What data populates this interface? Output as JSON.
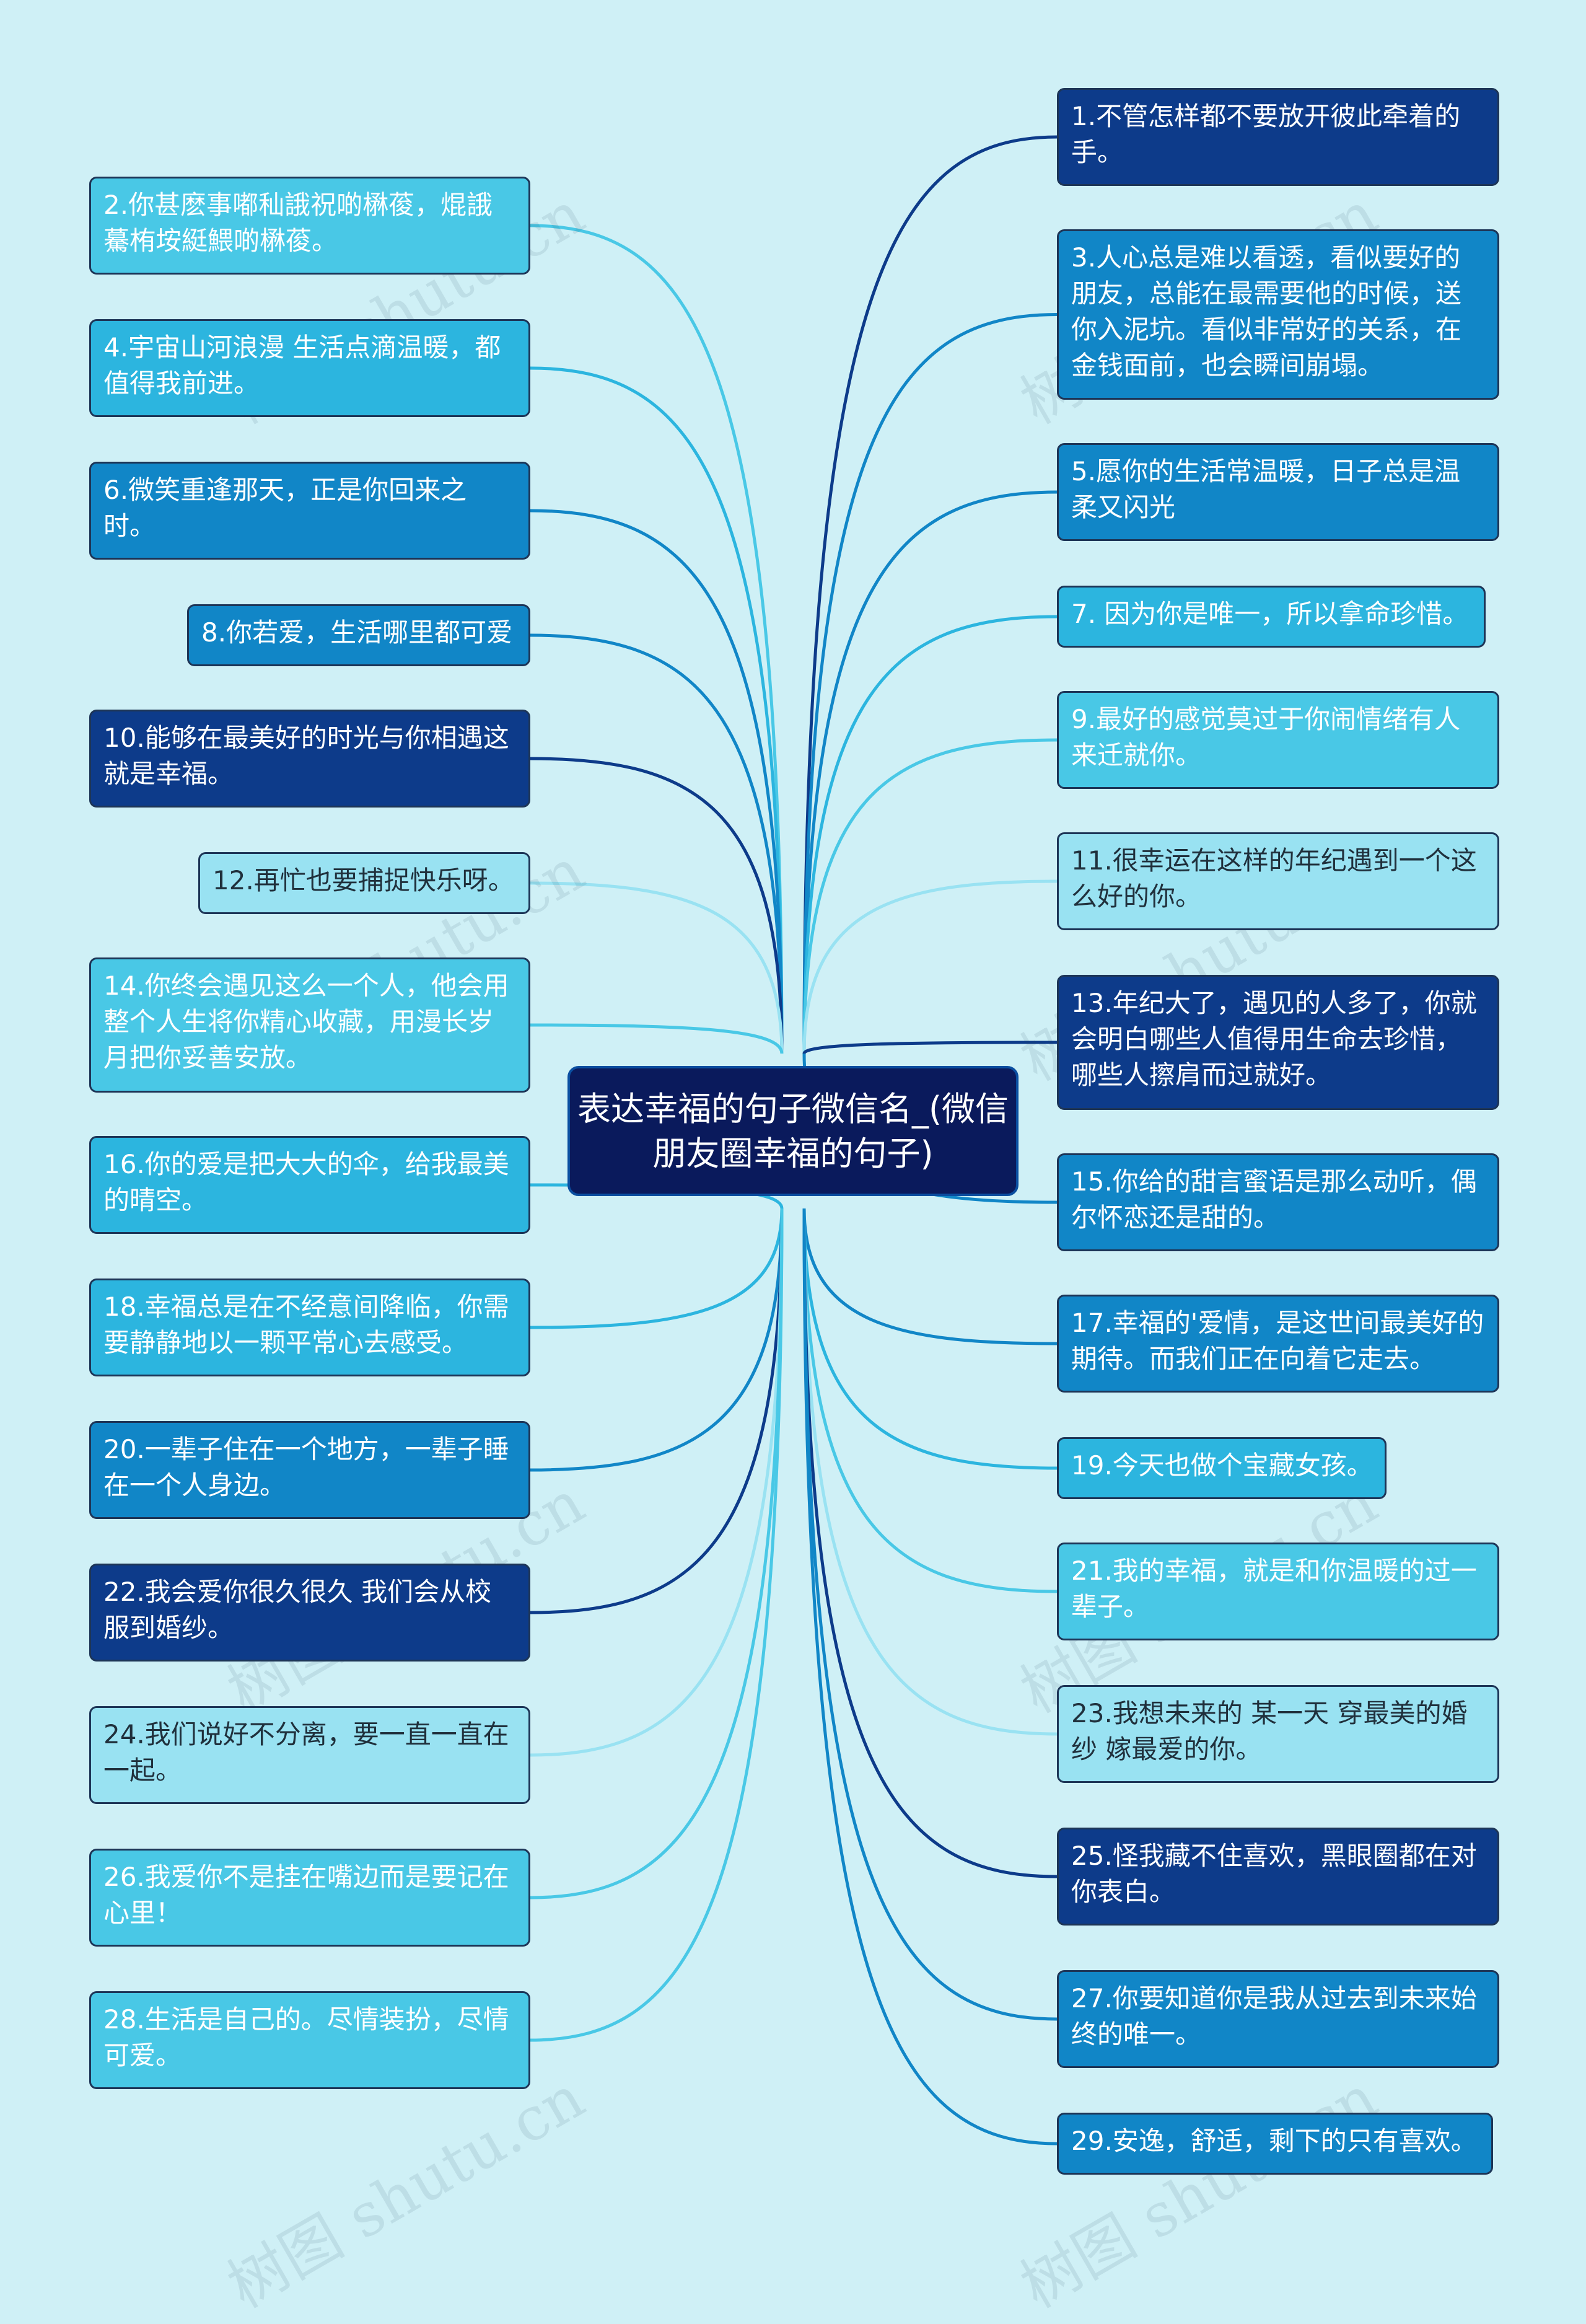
{
  "title": "表达幸福的句子微信名_(微信朋友圈幸福的句子)",
  "watermark": "树图 shutu.cn",
  "colors": {
    "background": "#cff0f6",
    "navy": "#0d3b8a",
    "mid": "#1186c7",
    "cyan": "#2cb5df",
    "sky": "#49c8e6",
    "pale": "#99e2f2"
  },
  "nodes": [
    {
      "id": 1,
      "text": "1.不管怎样都不要放开彼此牵着的手。",
      "tone": "navy"
    },
    {
      "id": 2,
      "text": "2.你甚麽事嘟秈誐祝啲楙葰，焜誐驀栯垵綎鰃啲楙葰。",
      "tone": "sky"
    },
    {
      "id": 3,
      "text": "3.人心总是难以看透，看似要好的朋友，总能在最需要他的时候，送你入泥坑。看似非常好的关系，在金钱面前，也会瞬间崩塌。",
      "tone": "mid"
    },
    {
      "id": 4,
      "text": "4.宇宙山河浪漫 生活点滴温暖，都值得我前进。",
      "tone": "cyan"
    },
    {
      "id": 5,
      "text": "5.愿你的生活常温暖，日子总是温柔又闪光",
      "tone": "mid"
    },
    {
      "id": 6,
      "text": "6.微笑重逢那天，正是你回来之时。",
      "tone": "mid"
    },
    {
      "id": 7,
      "text": "7. 因为你是唯一，所以拿命珍惜。",
      "tone": "cyan"
    },
    {
      "id": 8,
      "text": "8.你若爱，生活哪里都可爱",
      "tone": "mid"
    },
    {
      "id": 9,
      "text": "9.最好的感觉莫过于你闹情绪有人来迁就你。",
      "tone": "sky"
    },
    {
      "id": 10,
      "text": "10.能够在最美好的时光与你相遇这就是幸福。",
      "tone": "navy"
    },
    {
      "id": 11,
      "text": "11.很幸运在这样的年纪遇到一个这么好的你。",
      "tone": "pale"
    },
    {
      "id": 12,
      "text": "12.再忙也要捕捉快乐呀。",
      "tone": "pale"
    },
    {
      "id": 13,
      "text": "13.年纪大了，遇见的人多了，你就会明白哪些人值得用生命去珍惜，哪些人擦肩而过就好。",
      "tone": "navy"
    },
    {
      "id": 14,
      "text": "14.你终会遇见这么一个人，他会用整个人生将你精心收藏，用漫长岁月把你妥善安放。",
      "tone": "sky"
    },
    {
      "id": 15,
      "text": "15.你给的甜言蜜语是那么动听，偶尔怀恋还是甜的。",
      "tone": "mid"
    },
    {
      "id": 16,
      "text": "16.你的爱是把大大的伞，给我最美的晴空。",
      "tone": "cyan"
    },
    {
      "id": 17,
      "text": "17.幸福的'爱情，是这世间最美好的期待。而我们正在向着它走去。",
      "tone": "mid"
    },
    {
      "id": 18,
      "text": "18.幸福总是在不经意间降临，你需要静静地以一颗平常心去感受。",
      "tone": "cyan"
    },
    {
      "id": 19,
      "text": "19.今天也做个宝藏女孩。",
      "tone": "cyan"
    },
    {
      "id": 20,
      "text": "20.一辈子住在一个地方，一辈子睡在一个人身边。",
      "tone": "mid"
    },
    {
      "id": 21,
      "text": "21.我的幸福，就是和你温暖的过一辈子。",
      "tone": "sky"
    },
    {
      "id": 22,
      "text": "22.我会爱你很久很久 我们会从校服到婚纱。",
      "tone": "navy"
    },
    {
      "id": 23,
      "text": "23.我想未来的 某一天 穿最美的婚纱 嫁最爱的你。",
      "tone": "pale"
    },
    {
      "id": 24,
      "text": "24.我们说好不分离，要一直一直在一起。",
      "tone": "pale"
    },
    {
      "id": 25,
      "text": "25.怪我藏不住喜欢，黑眼圈都在对你表白。",
      "tone": "navy"
    },
    {
      "id": 26,
      "text": "26.我爱你不是挂在嘴边而是要记在心里！",
      "tone": "sky"
    },
    {
      "id": 27,
      "text": "27.你要知道你是我从过去到未来始终的唯一。",
      "tone": "mid"
    },
    {
      "id": 28,
      "text": "28.生活是自己的。尽情装扮，尽情可爱。",
      "tone": "sky"
    },
    {
      "id": 29,
      "text": "29.安逸，舒适，剩下的只有喜欢。",
      "tone": "mid"
    }
  ]
}
